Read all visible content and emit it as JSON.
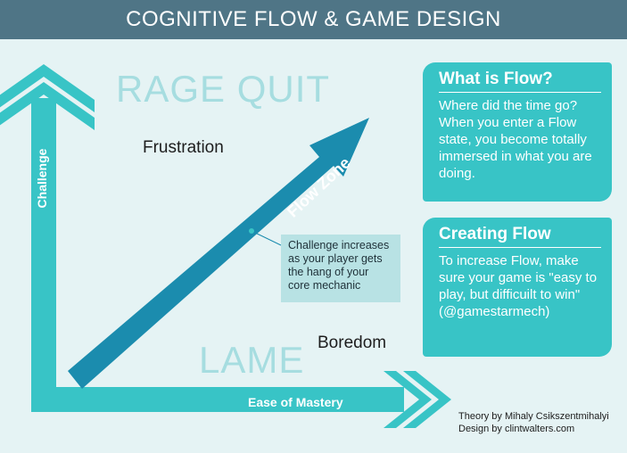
{
  "title": "COGNITIVE FLOW & GAME DESIGN",
  "labels": {
    "rage_quit": "RAGE QUIT",
    "lame": "LAME",
    "frustration": "Frustration",
    "boredom": "Boredom",
    "flow_zone": "Flow Zone",
    "challenge_axis": "Challenge",
    "mastery_axis": "Ease of Mastery"
  },
  "callout": {
    "line1": "Challenge increases",
    "line2": "as your player gets",
    "line3": "the hang of your",
    "line4": "core mechanic"
  },
  "panels": {
    "what_is_flow": {
      "title": "What is Flow?",
      "body": "Where did the time go? When you enter a Flow state, you become totally immersed in what you are doing."
    },
    "creating_flow": {
      "title": "Creating Flow",
      "body": "To increase Flow, make sure your game is \"easy to play, but difficuilt to win\" (@gamestarmech)"
    }
  },
  "credits": {
    "theory": "Theory by Mihaly Csikszentmihalyi",
    "design": "Design by clintwalters.com"
  },
  "colors": {
    "background": "#e5f3f4",
    "header": "#4f7586",
    "axis": "#38c4c6",
    "flow_arrow": "#1b8cae",
    "label_light": "#a6dde0"
  }
}
